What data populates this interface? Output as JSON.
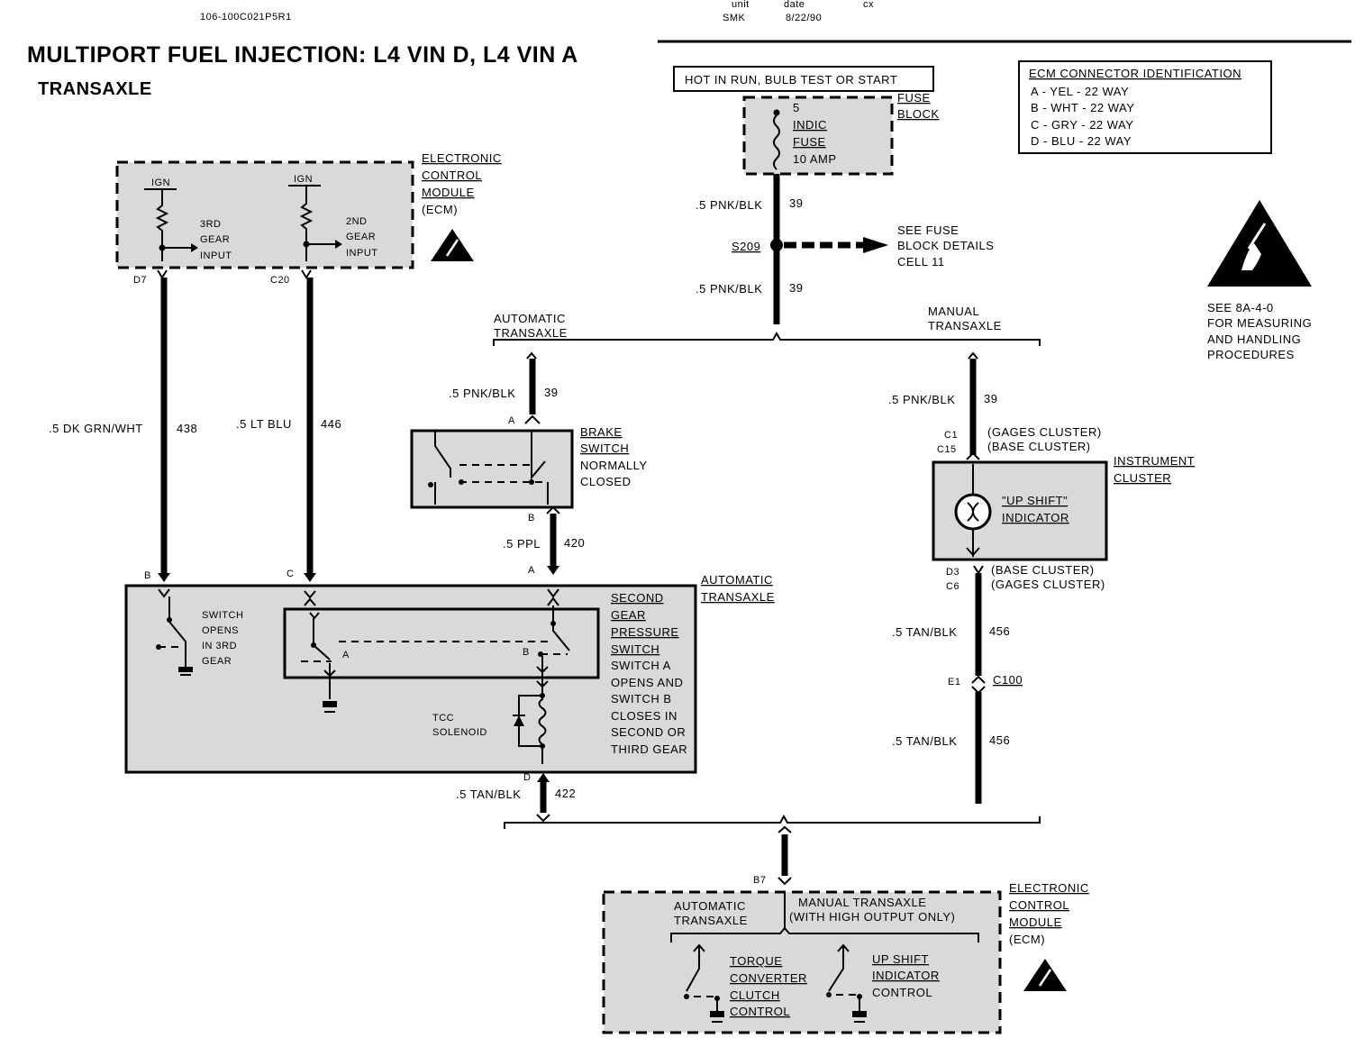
{
  "header": {
    "doc_id": "106-100C021P5R1",
    "unit_label": "unit",
    "unit_value": "SMK",
    "date_label": "date",
    "date_value": "8/22/90",
    "cx_label": "cx",
    "title": "MULTIPORT FUEL INJECTION: L4 VIN D, L4 VIN A",
    "subtitle": "TRANSAXLE"
  },
  "power": {
    "hot_label": "HOT IN RUN, BULB TEST OR START",
    "fuse_number": "5",
    "fuse_name_1": "INDIC",
    "fuse_name_2": "FUSE",
    "fuse_rating": "10 AMP",
    "fuse_block_1": "FUSE",
    "fuse_block_2": "BLOCK"
  },
  "ecm_connectors": {
    "title": "ECM CONNECTOR IDENTIFICATION",
    "rows": [
      "A - YEL - 22 WAY",
      "B - WHT - 22 WAY",
      "C - GRY - 22 WAY",
      "D - BLU - 22 WAY"
    ]
  },
  "esd_note": [
    "SEE 8A-4-0",
    "FOR MEASURING",
    "AND HANDLING",
    "PROCEDURES"
  ],
  "ecm_top": {
    "label": [
      "ELECTRONIC",
      "CONTROL",
      "MODULE",
      "(ECM)"
    ],
    "ign_1": "IGN",
    "ign_2": "IGN",
    "input_3rd": [
      "3RD",
      "GEAR",
      "INPUT"
    ],
    "input_2nd": [
      "2ND",
      "GEAR",
      "INPUT"
    ],
    "pin_d7": "D7",
    "pin_c20": "C20"
  },
  "wires": {
    "w438_gauge": ".5 DK GRN/WHT",
    "w438_num": "438",
    "w446_gauge": ".5 LT BLU",
    "w446_num": "446",
    "w39a_gauge": ".5 PNK/BLK",
    "w39a_num": "39",
    "splice": "S209",
    "see_fuse": [
      "SEE FUSE",
      "BLOCK DETAILS",
      "CELL 11"
    ],
    "w39b_gauge": ".5 PNK/BLK",
    "w39b_num": "39",
    "w39c_gauge": ".5 PNK/BLK",
    "w39c_num": "39",
    "w39d_gauge": ".5 PNK/BLK",
    "w39d_num": "39",
    "w420_gauge": ".5 PPL",
    "w420_num": "420",
    "w456a_gauge": ".5 TAN/BLK",
    "w456a_num": "456",
    "w456b_gauge": ".5 TAN/BLK",
    "w456b_num": "456",
    "w422_gauge": ".5 TAN/BLK",
    "w422_num": "422"
  },
  "branches": {
    "automatic": [
      "AUTOMATIC",
      "TRANSAXLE"
    ],
    "manual": [
      "MANUAL",
      "TRANSAXLE"
    ]
  },
  "brake_switch": {
    "pin_a": "A",
    "pin_b": "B",
    "label": [
      "BRAKE",
      "SWITCH",
      "NORMALLY",
      "CLOSED"
    ]
  },
  "cluster": {
    "c1": "C1",
    "c1_note": "(GAGES CLUSTER)",
    "c15": "C15",
    "c15_note": "(BASE CLUSTER)",
    "label": [
      "INSTRUMENT",
      "CLUSTER"
    ],
    "indicator": [
      "\"UP SHIFT\"",
      "INDICATOR"
    ],
    "d3": "D3",
    "d3_note": "(BASE CLUSTER)",
    "c6": "C6",
    "c6_note": "(GAGES CLUSTER)",
    "e1": "E1",
    "c100": "C100"
  },
  "transaxle": {
    "pin_b": "B",
    "pin_c": "C",
    "pin_a": "A",
    "pin_d": "D",
    "label": [
      "AUTOMATIC",
      "TRANSAXLE"
    ],
    "switch_3rd": [
      "SWITCH",
      "OPENS",
      "IN 3RD",
      "GEAR"
    ],
    "sw_a": "A",
    "sw_b": "B",
    "second_gear": [
      "SECOND",
      "GEAR",
      "PRESSURE",
      "SWITCH"
    ],
    "second_desc": [
      "SWITCH A",
      "OPENS AND",
      "SWITCH B",
      "CLOSES IN",
      "SECOND OR",
      "THIRD GEAR"
    ],
    "tcc": [
      "TCC",
      "SOLENOID"
    ]
  },
  "ecm_bottom": {
    "pin_b7": "B7",
    "label": [
      "ELECTRONIC",
      "CONTROL",
      "MODULE",
      "(ECM)"
    ],
    "auto": [
      "AUTOMATIC",
      "TRANSAXLE"
    ],
    "manual": [
      "MANUAL TRANSAXLE",
      "(WITH HIGH OUTPUT ONLY)"
    ],
    "tcc": [
      "TORQUE",
      "CONVERTER",
      "CLUTCH",
      "CONTROL"
    ],
    "upshift": [
      "UP SHIFT",
      "INDICATOR",
      "CONTROL"
    ]
  }
}
